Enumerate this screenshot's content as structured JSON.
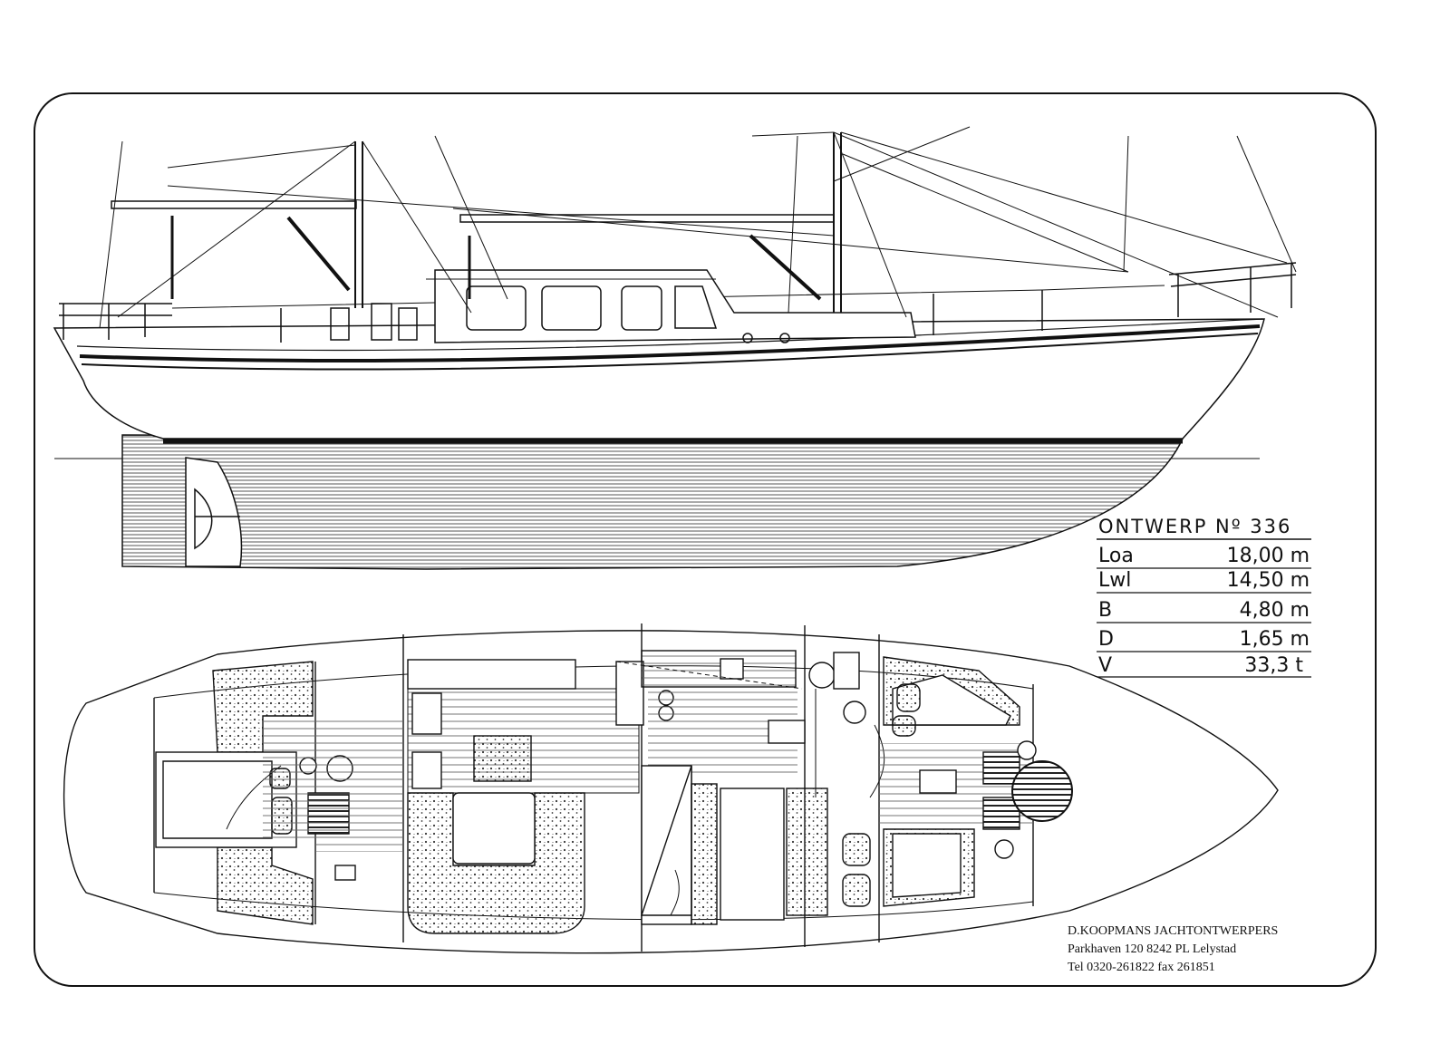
{
  "design": {
    "title": "ONTWERP Nº 336",
    "specs": [
      {
        "label": "Loa",
        "value": "18,00 m"
      },
      {
        "label": "Lwl",
        "value": "14,50 m"
      },
      {
        "label": "B",
        "value": "4,80 m"
      },
      {
        "label": "D",
        "value": "1,65 m"
      },
      {
        "label": "V",
        "value": "33,3 t"
      }
    ]
  },
  "firm": {
    "name": "D.KOOPMANS JACHTONTWERPERS",
    "address": "Parkhaven 120 8242 PL Lelystad",
    "phone": "Tel 0320-261822 fax 261851"
  }
}
